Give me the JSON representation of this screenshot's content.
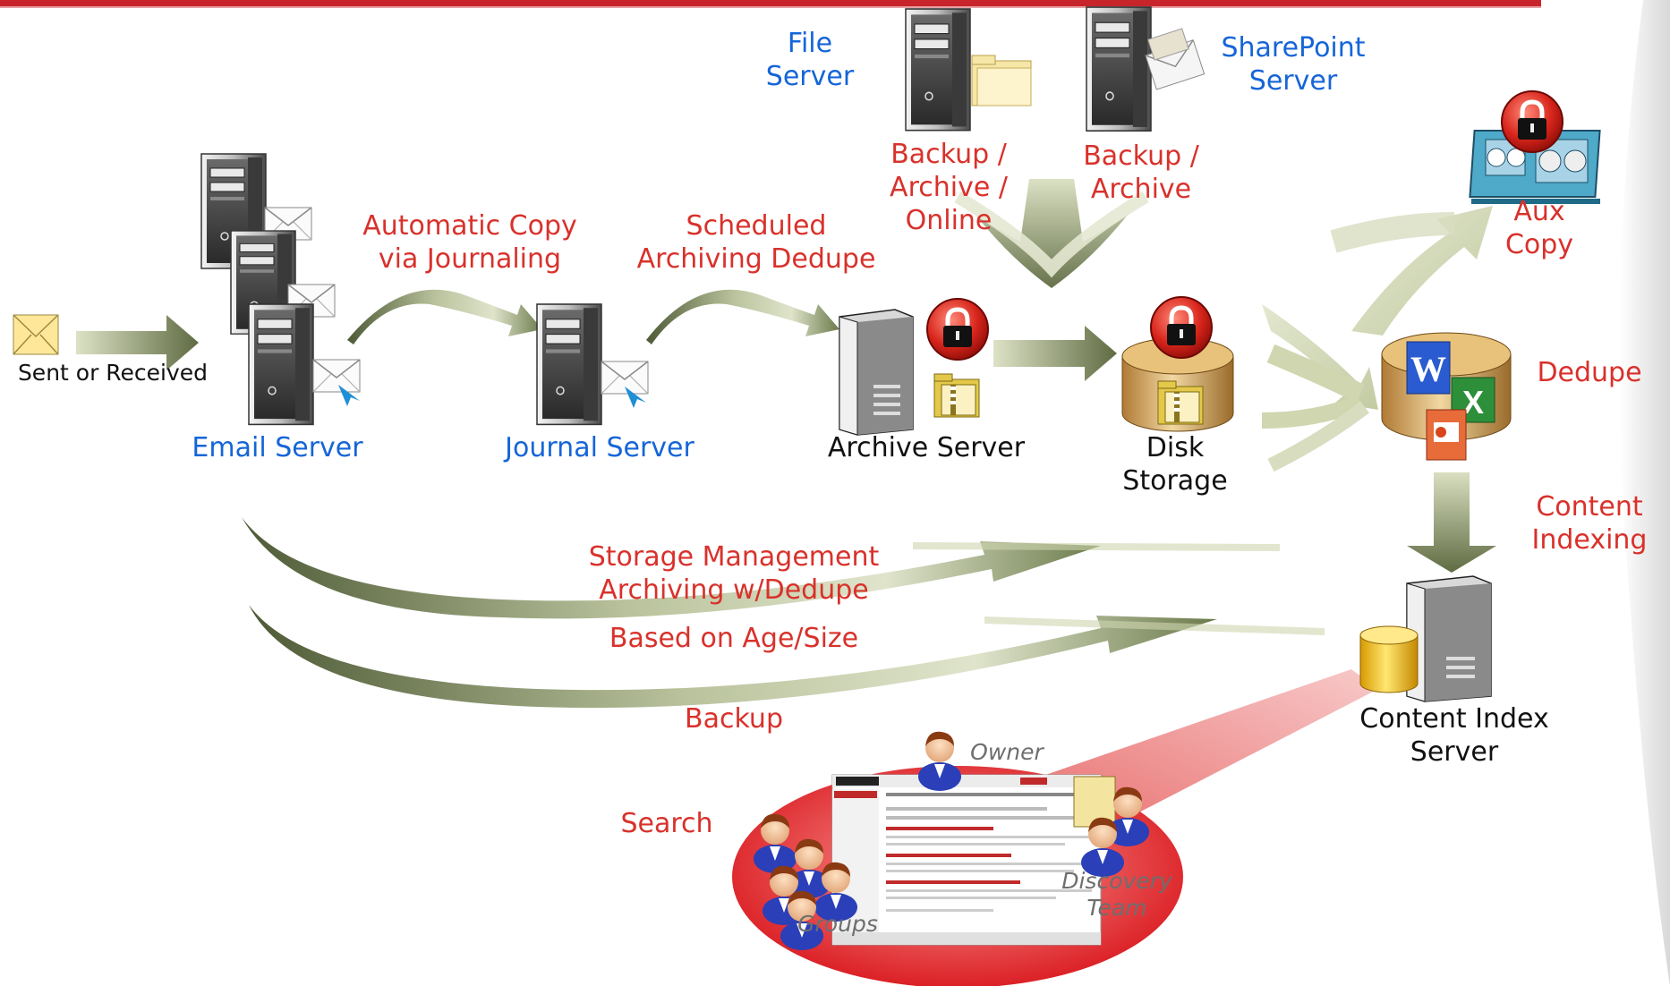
{
  "colors": {
    "label_red": "#d9312b",
    "label_blue": "#1565d8",
    "arrow_olive": "#6b7a4a",
    "arrow_light": "#d9dfc0",
    "storage_gold": "#c79a4e",
    "search_ellipse": "#d8151b"
  },
  "labels": {
    "sent_received": "Sent or Received",
    "email_server": "Email Server",
    "auto_copy": "Automatic Copy\nvia Journaling",
    "journal_server": "Journal Server",
    "scheduled": "Scheduled\nArchiving Dedupe",
    "archive_server": "Archive Server",
    "file_server": "File\nServer",
    "sharepoint_server": "SharePoint\nServer",
    "backup_archive_online": "Backup /\nArchive /\nOnline",
    "backup_archive": "Backup /\nArchive",
    "disk_storage": "Disk\nStorage",
    "aux_copy": "Aux\nCopy",
    "dedupe": "Dedupe",
    "content_indexing": "Content\nIndexing",
    "content_index_server": "Content Index\nServer",
    "storage_mgmt": "Storage Management\nArchiving w/Dedupe",
    "based_on": "Based on Age/Size",
    "backup": "Backup",
    "search": "Search",
    "owner": "Owner",
    "groups": "Groups",
    "discovery_team": "Discovery\nTeam"
  },
  "icons": {
    "envelope": "envelope-icon",
    "server": "server-tower-icon",
    "lock": "padlock-icon",
    "folder": "folder-icon",
    "zip_folder": "zip-folder-icon",
    "disk": "disk-storage-icon",
    "tape": "tape-library-icon",
    "word": "word-document-icon",
    "excel": "excel-document-icon",
    "powerpoint": "powerpoint-document-icon",
    "database": "database-cylinder-icon",
    "user": "user-icon",
    "screenshot": "search-app-screenshot-icon"
  }
}
